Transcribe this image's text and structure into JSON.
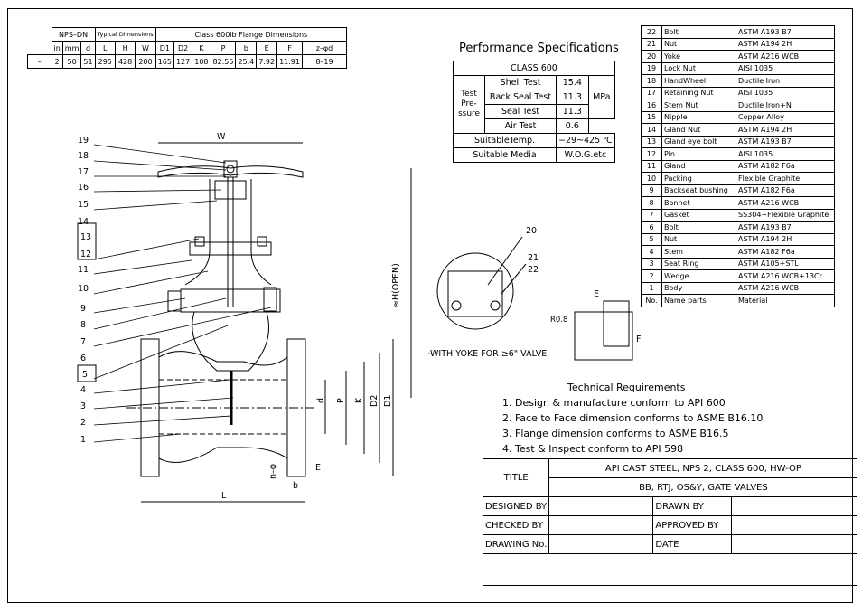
{
  "dimensions_table": {
    "header1": {
      "nps_dn": "NPS–DN",
      "typical": "Typical Dimensions",
      "flange": "Class 600lb Flange Dimensions"
    },
    "header2": [
      "in",
      "mm",
      "d",
      "L",
      "H",
      "W",
      "D1",
      "D2",
      "K",
      "P",
      "b",
      "E",
      "F",
      "z–φd"
    ],
    "row": {
      "prefix": "–",
      "values": [
        "2",
        "50",
        "51",
        "295",
        "428",
        "200",
        "165",
        "127",
        "108",
        "82.55",
        "25.4",
        "7.92",
        "11.91",
        "8–19"
      ]
    }
  },
  "performance": {
    "title": "Performance Specifications",
    "class": "CLASS 600",
    "test_pressure_label": "Test Pre-ssure",
    "tests": [
      {
        "name": "Shell Test",
        "value": "15.4"
      },
      {
        "name": "Back Seal Test",
        "value": "11.3"
      },
      {
        "name": "Seal Test",
        "value": "11.3"
      },
      {
        "name": "Air Test",
        "value": "0.6"
      }
    ],
    "unit": "MPa",
    "temp_label": "SuitableTemp.",
    "temp_value": "−29~425 ℃",
    "media_label": "Suitable Media",
    "media_value": "W.O.G.etc"
  },
  "parts_list": {
    "header": {
      "no": "No.",
      "name": "Name parts",
      "material": "Material"
    },
    "items": [
      {
        "no": "22",
        "name": "Bolt",
        "material": "ASTM A193 B7"
      },
      {
        "no": "21",
        "name": "Nut",
        "material": "ASTM A194 2H"
      },
      {
        "no": "20",
        "name": "Yoke",
        "material": "ASTM A216 WCB"
      },
      {
        "no": "19",
        "name": "Lock Nut",
        "material": "AISI 1035"
      },
      {
        "no": "18",
        "name": "HandWheel",
        "material": "Ductile Iron"
      },
      {
        "no": "17",
        "name": "Retaining Nut",
        "material": "AISI 1035"
      },
      {
        "no": "16",
        "name": "Stem Nut",
        "material": "Ductile Iron+N"
      },
      {
        "no": "15",
        "name": "Nipple",
        "material": "Copper Alloy"
      },
      {
        "no": "14",
        "name": "Gland Nut",
        "material": "ASTM A194 2H"
      },
      {
        "no": "13",
        "name": "Gland eye bolt",
        "material": "ASTM A193 B7"
      },
      {
        "no": "12",
        "name": "Pin",
        "material": "AISI 1035"
      },
      {
        "no": "11",
        "name": "Gland",
        "material": "ASTM A182 F6a"
      },
      {
        "no": "10",
        "name": "Packing",
        "material": "Flexible Graphite"
      },
      {
        "no": "9",
        "name": "Backseat bushing",
        "material": "ASTM A182 F6a"
      },
      {
        "no": "8",
        "name": "Bonnet",
        "material": "ASTM A216 WCB"
      },
      {
        "no": "7",
        "name": "Gasket",
        "material": "SS304+Flexible Graphite"
      },
      {
        "no": "6",
        "name": "Bolt",
        "material": "ASTM A193 B7"
      },
      {
        "no": "5",
        "name": "Nut",
        "material": "ASTM A194 2H"
      },
      {
        "no": "4",
        "name": "Stem",
        "material": "ASTM A182 F6a"
      },
      {
        "no": "3",
        "name": "Seat Ring",
        "material": "ASTM A105+STL"
      },
      {
        "no": "2",
        "name": "Wedge",
        "material": "ASTM A216 WCB+13Cr"
      },
      {
        "no": "1",
        "name": "Body",
        "material": "ASTM A216 WCB"
      }
    ]
  },
  "drawing": {
    "dim_W": "W",
    "dim_H": "≈H(OPEN)",
    "dim_L": "L",
    "dim_d": "d",
    "dim_P": "P",
    "dim_K": "K",
    "dim_D2": "D2",
    "dim_D1": "D1",
    "dim_E": "E",
    "dim_b": "b",
    "dim_n": "n–φ",
    "balloons": [
      "19",
      "18",
      "17",
      "16",
      "15",
      "14",
      "13",
      "12",
      "11",
      "10",
      "9",
      "8",
      "7",
      "6",
      "5",
      "4",
      "3",
      "2",
      "1"
    ],
    "detail_balloons": [
      "20",
      "21",
      "22"
    ],
    "yoke_note": "-WITH YOKE FOR ≥6\" VALVE",
    "detail_r": "R0.8",
    "detail_E": "E",
    "detail_F": "F"
  },
  "technical": {
    "title": "Technical Requirements",
    "items": [
      "1. Design & manufacture conform to API 600",
      "2. Face to Face dimension conforms to ASME B16.10",
      "3. Flange dimension conforms to ASME B16.5",
      "4. Test & Inspect conform to API 598"
    ]
  },
  "title_block": {
    "title_label": "TITLE",
    "title_line1": "API CAST STEEL, NPS 2, CLASS 600, HW-OP",
    "title_line2": "BB, RTJ, OS&Y, GATE VALVES",
    "designed_by": "DESIGNED BY",
    "drawn_by": "DRAWN BY",
    "checked_by": "CHECKED  BY",
    "approved_by": "APPROVED BY",
    "drawing_no": "DRAWING No.",
    "date": "DATE"
  }
}
